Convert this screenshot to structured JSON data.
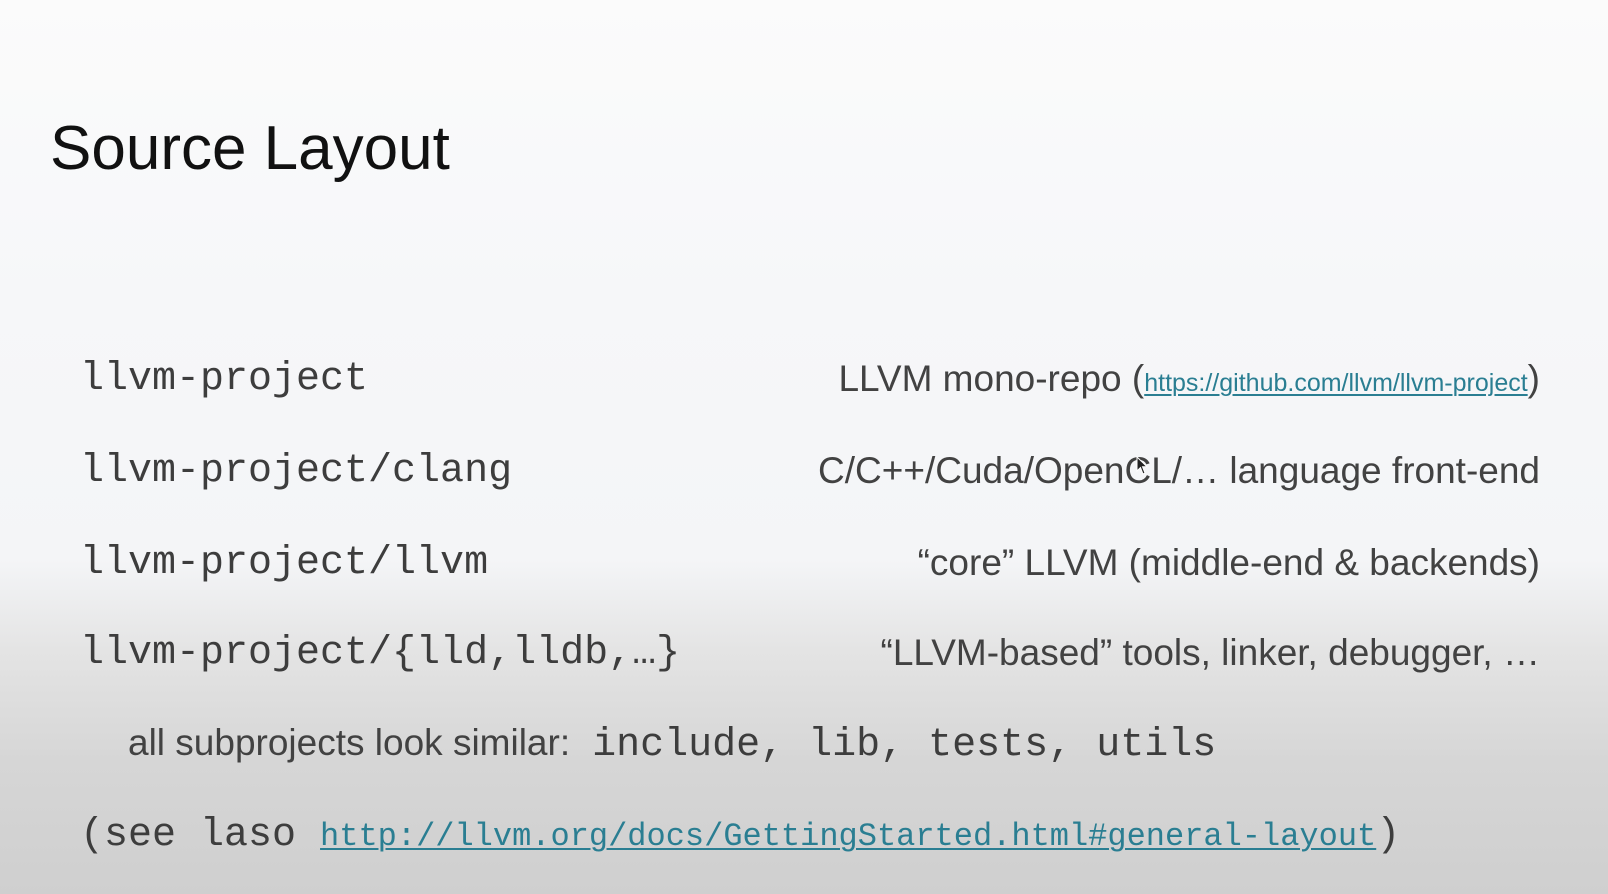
{
  "title": "Source Layout",
  "rows": [
    {
      "path": "llvm-project",
      "desc_prefix": "LLVM mono-repo (",
      "desc_link": "https://github.com/llvm/llvm-project",
      "desc_suffix": ")"
    },
    {
      "path": "llvm-project/clang",
      "desc": "C/C++/Cuda/OpenCL/… language front-end"
    },
    {
      "path": "llvm-project/llvm",
      "desc": "“core” LLVM (middle-end & backends)"
    },
    {
      "path": "llvm-project/{lld,lldb,…}",
      "desc": "“LLVM-based” tools, linker, debugger, …"
    }
  ],
  "subprojects": {
    "label": "all subprojects look similar:",
    "dirs": "include, lib, tests, utils"
  },
  "see_also": {
    "prefix": "(see laso ",
    "link": "http://llvm.org/docs/GettingStarted.html#general-layout",
    "suffix": ")"
  },
  "colors": {
    "link": "#2a7e92",
    "title": "#111111",
    "body_text": "#424242"
  },
  "icons": {
    "cursor": "mouse-pointer-icon"
  }
}
